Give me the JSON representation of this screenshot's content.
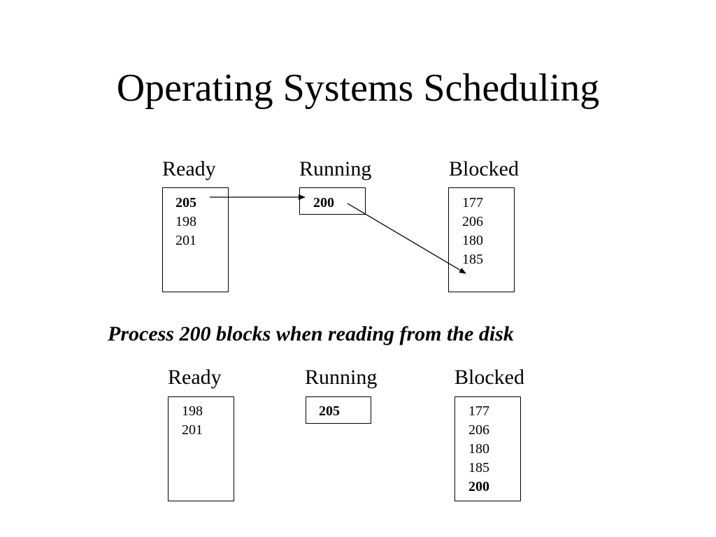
{
  "title": "Operating Systems Scheduling",
  "caption": "Process 200 blocks when reading from the disk",
  "before": {
    "ready_label": "Ready",
    "running_label": "Running",
    "blocked_label": "Blocked",
    "ready": [
      "205",
      "198",
      "201"
    ],
    "running": [
      "200"
    ],
    "blocked": [
      "177",
      "206",
      "180",
      "185"
    ]
  },
  "after": {
    "ready_label": "Ready",
    "running_label": "Running",
    "blocked_label": "Blocked",
    "ready": [
      "198",
      "201"
    ],
    "running": [
      "205"
    ],
    "blocked": [
      "177",
      "206",
      "180",
      "185",
      "200"
    ]
  }
}
